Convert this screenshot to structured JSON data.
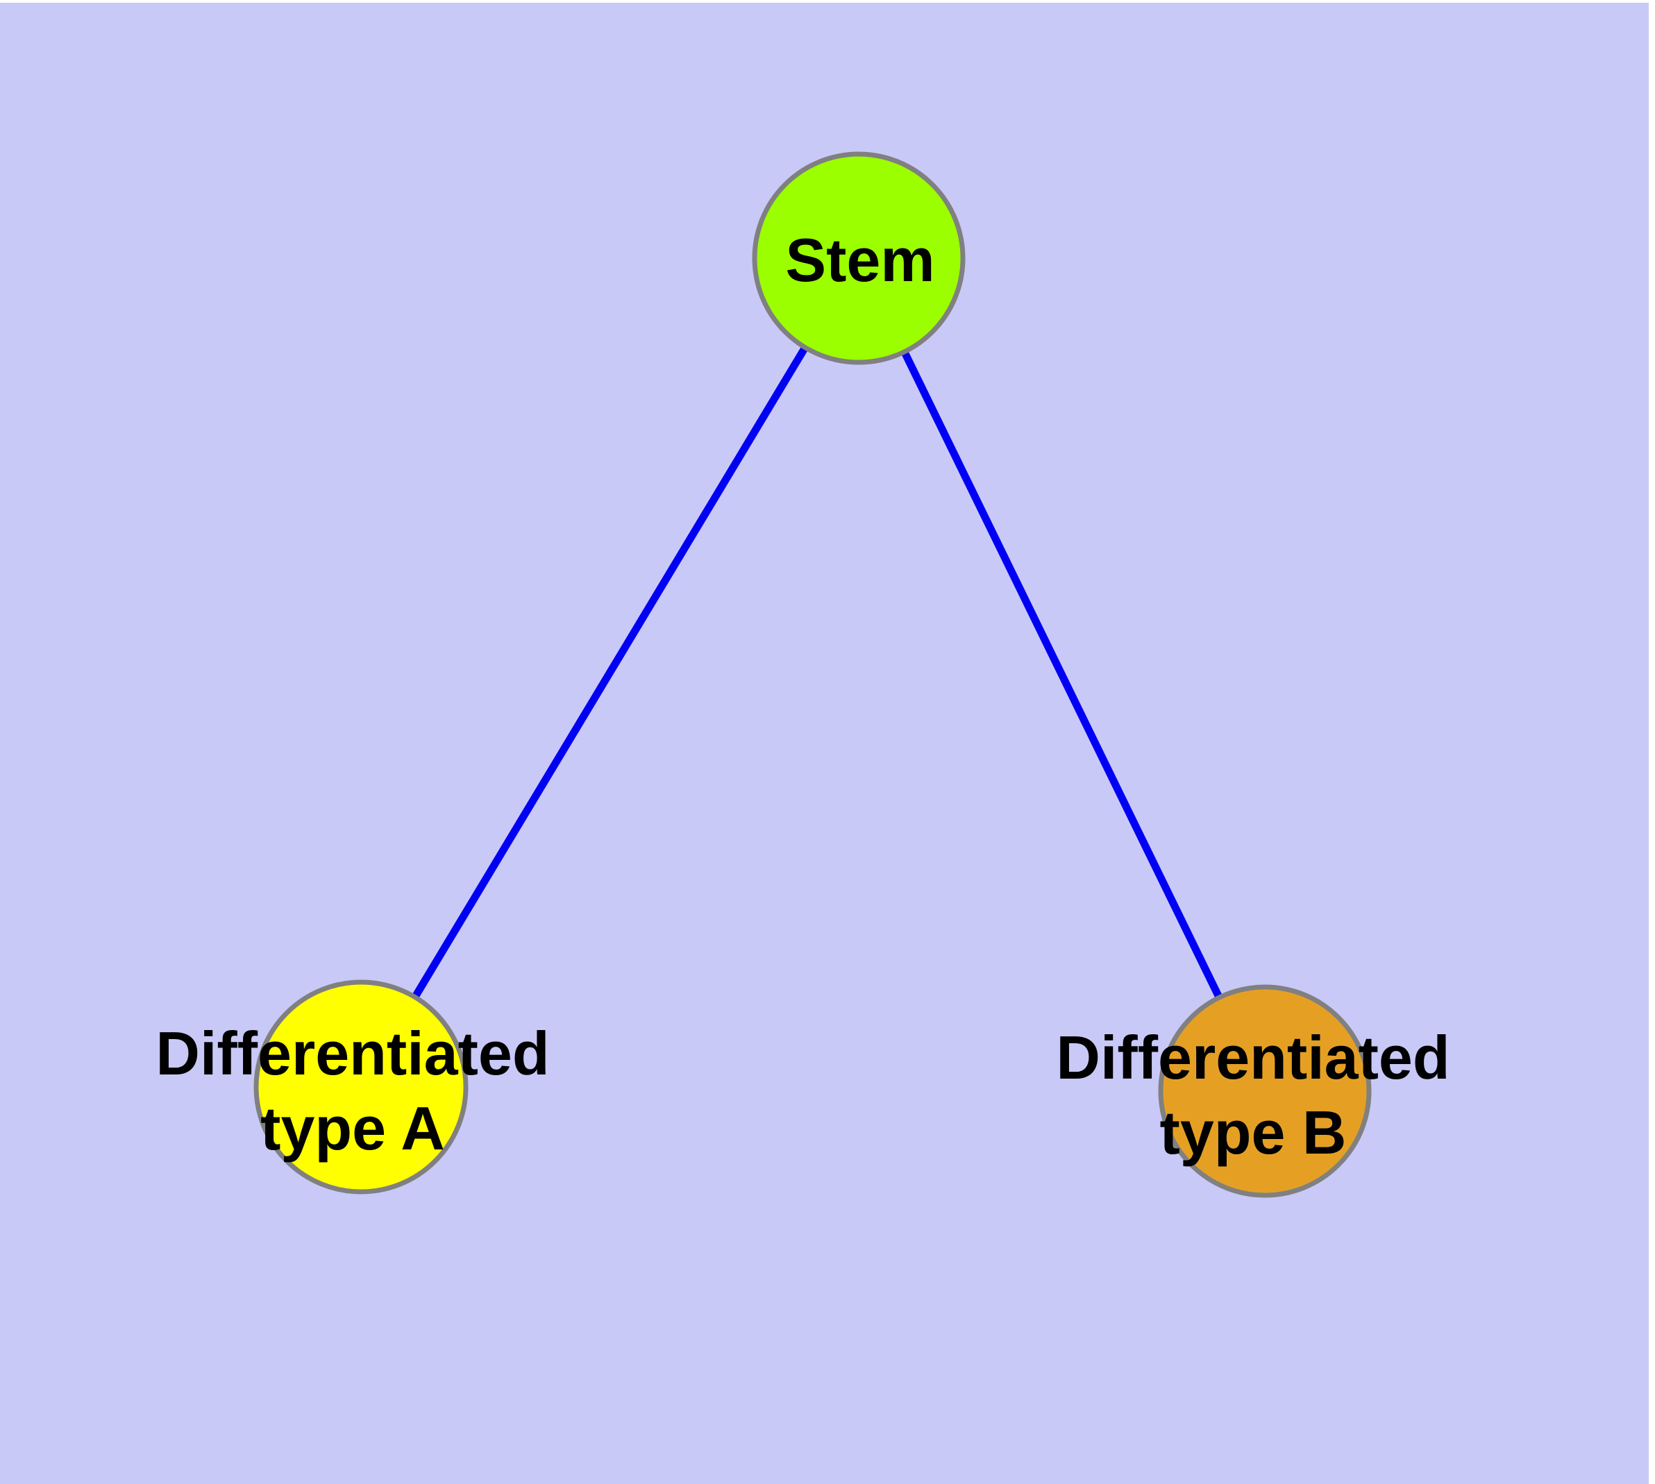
{
  "diagram": {
    "type": "node-link-graph",
    "background_color": "#C9C9F8",
    "edge_style": {
      "color": "#0000F5"
    },
    "node_style": {
      "border_color": "#808080",
      "text_color": "#000000"
    },
    "nodes": [
      {
        "id": "stem",
        "label": "Stem",
        "label_lines": [
          "Stem"
        ],
        "fill": "#9BFF00"
      },
      {
        "id": "differentiated-type-a",
        "label": "Differentiated type A",
        "label_lines": [
          "Differentiated",
          "type A"
        ],
        "fill": "#FFFF00"
      },
      {
        "id": "differentiated-type-b",
        "label": "Differentiated type B",
        "label_lines": [
          "Differentiated",
          "type B"
        ],
        "fill": "#E5A024"
      }
    ],
    "edges": [
      {
        "from": "Stem",
        "to": "Differentiated type A"
      },
      {
        "from": "Stem",
        "to": "Differentiated type B"
      }
    ]
  }
}
